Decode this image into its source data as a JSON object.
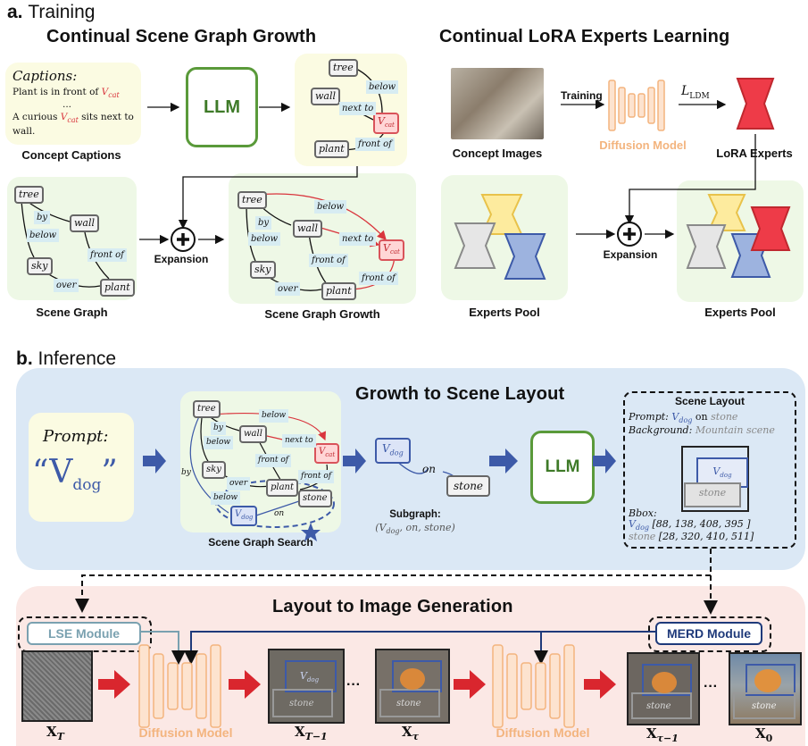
{
  "training": {
    "heading_letter": "a.",
    "heading": "Training",
    "left_title": "Continual Scene Graph Growth",
    "right_title": "Continual LoRA Experts Learning",
    "captions_header": "Captions:",
    "caption_line1": "Plant is in front of",
    "caption_ellipsis": "...",
    "caption_line2a": "A curious",
    "caption_line2b": "sits next to",
    "caption_line2c": "wall.",
    "vcat": "V",
    "vcat_sub": "cat",
    "concept_captions_label": "Concept Captions",
    "llm": "LLM",
    "scene_graph_label": "Scene Graph",
    "expansion_label": "Expansion",
    "scene_graph_growth_label": "Scene Graph Growth",
    "concept_images_label": "Concept Images",
    "training_arrow_label": "Training",
    "diffusion_model_label": "Diffusion Model",
    "loss_label": "L",
    "loss_sub": "LDM",
    "lora_experts_label": "LoRA Experts",
    "experts_pool_label_1": "Experts Pool",
    "expansion_label_2": "Expansion",
    "experts_pool_label_2": "Experts Pool"
  },
  "graph": {
    "nodes": {
      "tree": "tree",
      "wall": "wall",
      "sky": "sky",
      "plant": "plant",
      "stone": "stone"
    },
    "edges": {
      "by": "by",
      "below": "below",
      "front_of": "front of",
      "over": "over",
      "next_to": "next to",
      "on": "on"
    }
  },
  "inference": {
    "heading_letter": "b.",
    "heading": "Inference",
    "growth_title": "Growth to Scene Layout",
    "prompt_label": "Prompt:",
    "prompt_v": "V",
    "prompt_sub": "dog",
    "open_quote": "“",
    "close_quote": "”",
    "search_label": "Scene Graph Search",
    "subgraph_label": "Subgraph:",
    "subgraph_value_a": "(V",
    "subgraph_value_sub": "dog",
    "subgraph_value_b": ", on, stone)",
    "llm": "LLM",
    "layout_title": "Scene Layout",
    "layout_prompt_label": "Prompt:",
    "layout_prompt_v": "V",
    "layout_prompt_sub": "dog",
    "layout_prompt_on": "on",
    "layout_prompt_stone": "stone",
    "background_label": "Background:",
    "background_value": "Mountain scene",
    "bbox_label": "Bbox:",
    "bbox_dog_v": "V",
    "bbox_dog_sub": "dog",
    "bbox_dog_values": "[88, 138, 408, 395 ]",
    "bbox_stone_name": "stone",
    "bbox_stone_values": "[28, 320, 410, 511]",
    "gen_title": "Layout to Image Generation",
    "lse_module": "LSE Module",
    "merd_module": "MERD Module",
    "diffusion_model_1": "Diffusion Model",
    "diffusion_model_2": "Diffusion Model",
    "ellipsis": "···",
    "x_T": "X",
    "x_T_sub": "T",
    "x_T1": "X",
    "x_T1_sub": "T−1",
    "x_tau": "X",
    "x_tau_sub": "τ",
    "x_tau1": "X",
    "x_tau1_sub": "τ−1",
    "x_0": "X",
    "x_0_sub": "0",
    "img_dog_label": "V",
    "img_dog_sub": "dog",
    "img_stone_label": "stone"
  },
  "colors": {
    "accent_red": "#d9353d",
    "accent_blue": "#3d5aa8",
    "llm_green": "#5a9a3a",
    "diffusion_orange": "#f3b47e",
    "inference_bg": "#dbe8f5",
    "generation_bg": "#fbe8e5"
  }
}
